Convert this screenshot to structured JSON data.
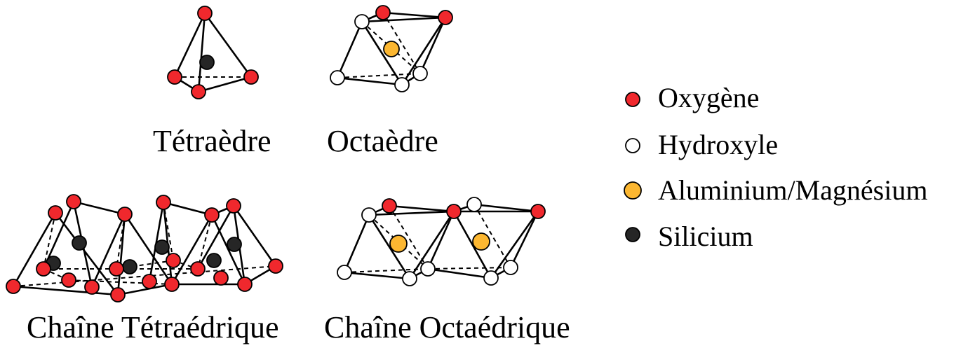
{
  "colors": {
    "oxygen": "#f0282d",
    "hydroxyl": "#ffffff",
    "metal": "#fcb731",
    "silicon": "#262626",
    "stroke": "#000000"
  },
  "captions": {
    "tetrahedron": "Tétraèdre",
    "octahedron": "Octaèdre",
    "tetra_chain": "Chaîne Tétraédrique",
    "octa_chain": "Chaîne Octaédrique"
  },
  "legend": [
    {
      "label": "Oxygène",
      "color": "#f0282d"
    },
    {
      "label": "Hydroxyle",
      "color": "#ffffff"
    },
    {
      "label": "Aluminium/Magnésium",
      "color": "#fcb731"
    },
    {
      "label": "Silicium",
      "color": "#262626"
    }
  ]
}
